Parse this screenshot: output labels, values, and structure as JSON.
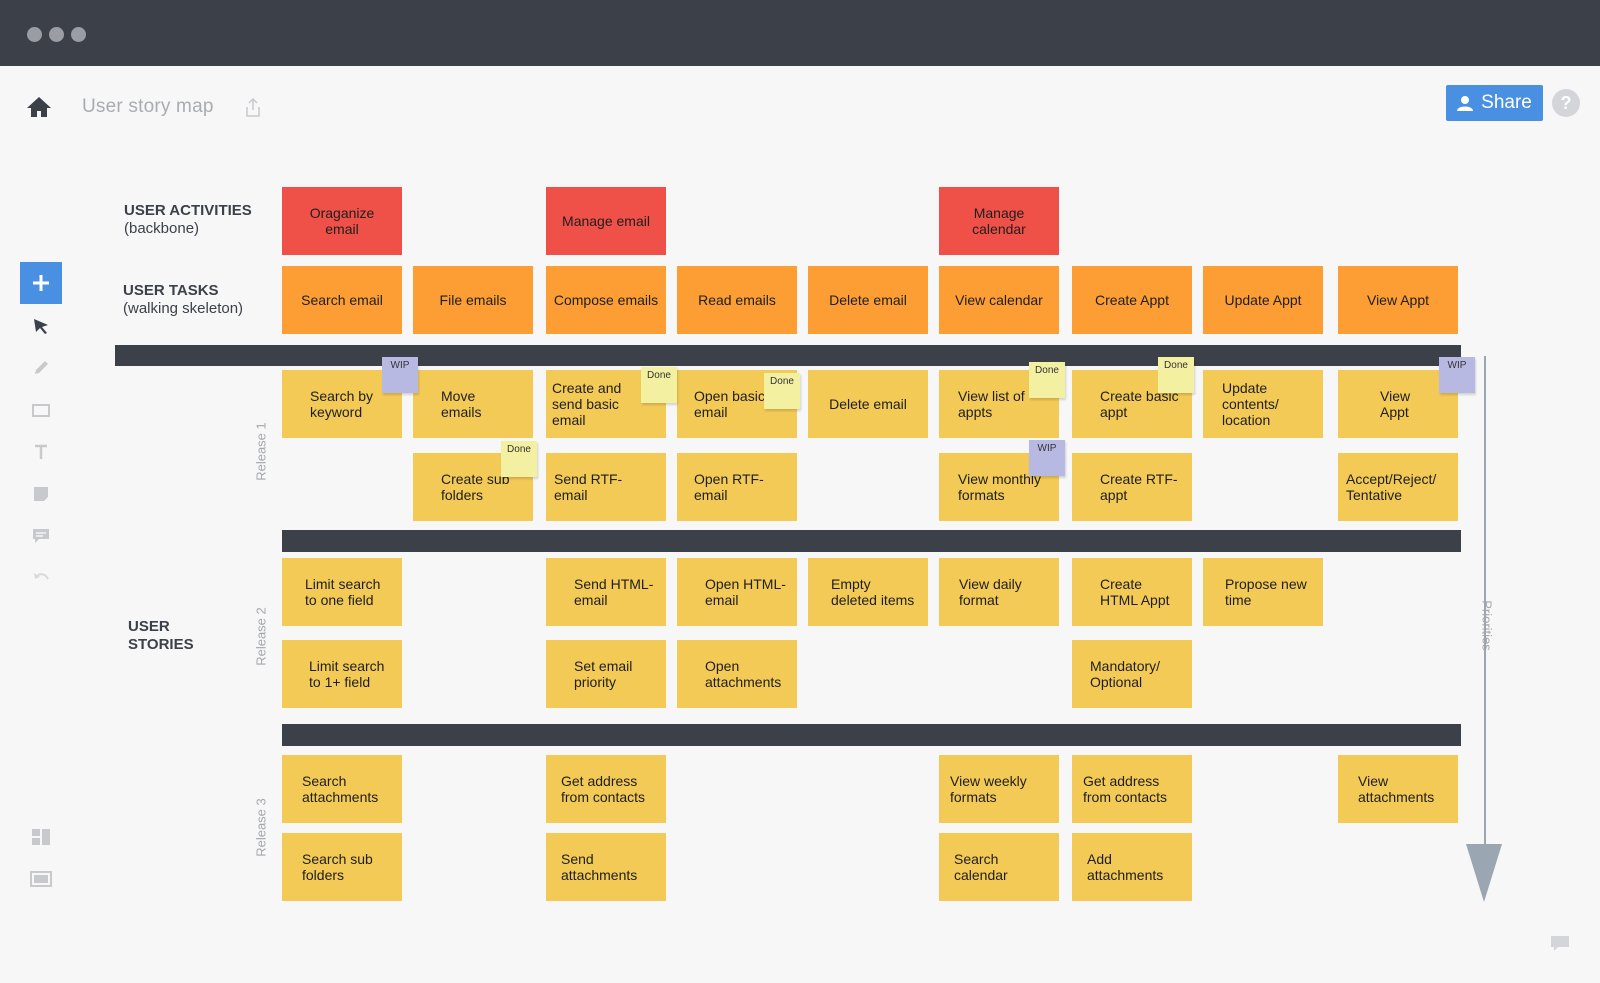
{
  "window": {
    "title": "User story map"
  },
  "header": {
    "share_label": "Share",
    "help_label": "?"
  },
  "labels": {
    "activities_title": "USER ACTIVITIES",
    "activities_sub": "(backbone)",
    "tasks_title": "USER TASKS",
    "tasks_sub": "(walking skeleton)",
    "stories_line1": "USER",
    "stories_line2": "STORIES",
    "release_1": "Release 1",
    "release_2": "Release 2",
    "release_3": "Release 3",
    "priorities": "Priorities"
  },
  "toolbar": {
    "tools": [
      "plus-icon",
      "pointer-icon",
      "pen-icon",
      "rectangle-icon",
      "text-icon",
      "sticky-note-icon",
      "comment-icon",
      "undo-icon",
      "layout-icon",
      "frame-icon"
    ]
  },
  "activities": [
    "Oraganize email",
    "Manage email",
    "Manage calendar"
  ],
  "tasks": [
    "Search email",
    "File emails",
    "Compose emails",
    "Read emails",
    "Delete email",
    "View calendar",
    "Create Appt",
    "Update Appt",
    "View Appt"
  ],
  "stories": {
    "r1_row1": [
      "Search by keyword",
      "Move emails",
      "Create and send basic email",
      "Open basic email",
      "Delete email",
      "View list of appts",
      "Create basic appt",
      "Update contents/ location",
      "View Appt"
    ],
    "r1_row2": [
      "Create sub folders",
      "Send RTF-email",
      "Open RTF-email",
      "View monthly formats",
      "Create RTF-appt",
      "Accept/Reject/ Tentative"
    ],
    "r2_row1": [
      "Limit search to one field",
      "Send HTML-email",
      "Open HTML-email",
      "Empty deleted items",
      "View daily format",
      "Create HTML Appt",
      "Propose new time"
    ],
    "r2_row2": [
      "Limit search to 1+ field",
      "Set email priority",
      "Open attachments",
      "Mandatory/ Optional"
    ],
    "r3_row1": [
      "Search attachments",
      "Get address from contacts",
      "View weekly formats",
      "Get address from contacts",
      "View attachments"
    ],
    "r3_row2": [
      "Search sub folders",
      "Send attachments",
      "Search calendar",
      "Add attachments"
    ]
  },
  "tags": {
    "wip": "WIP",
    "done": "Done"
  },
  "colors": {
    "activity": "#ef5148",
    "task": "#fd9e34",
    "story": "#f3ca56",
    "accent": "#4a90e2",
    "divider": "#3c4048"
  }
}
